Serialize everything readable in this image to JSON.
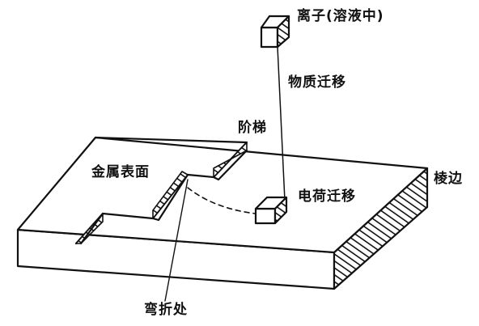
{
  "labels": {
    "ion": "离子(溶液中)",
    "mass_transfer": "物质迁移",
    "step": "阶梯",
    "metal_surface": "金属表面",
    "charge_transfer": "电荷迁移",
    "edge": "棱边",
    "kink": "弯折处"
  },
  "colors": {
    "ink": "#111111",
    "paper": "#ffffff"
  }
}
